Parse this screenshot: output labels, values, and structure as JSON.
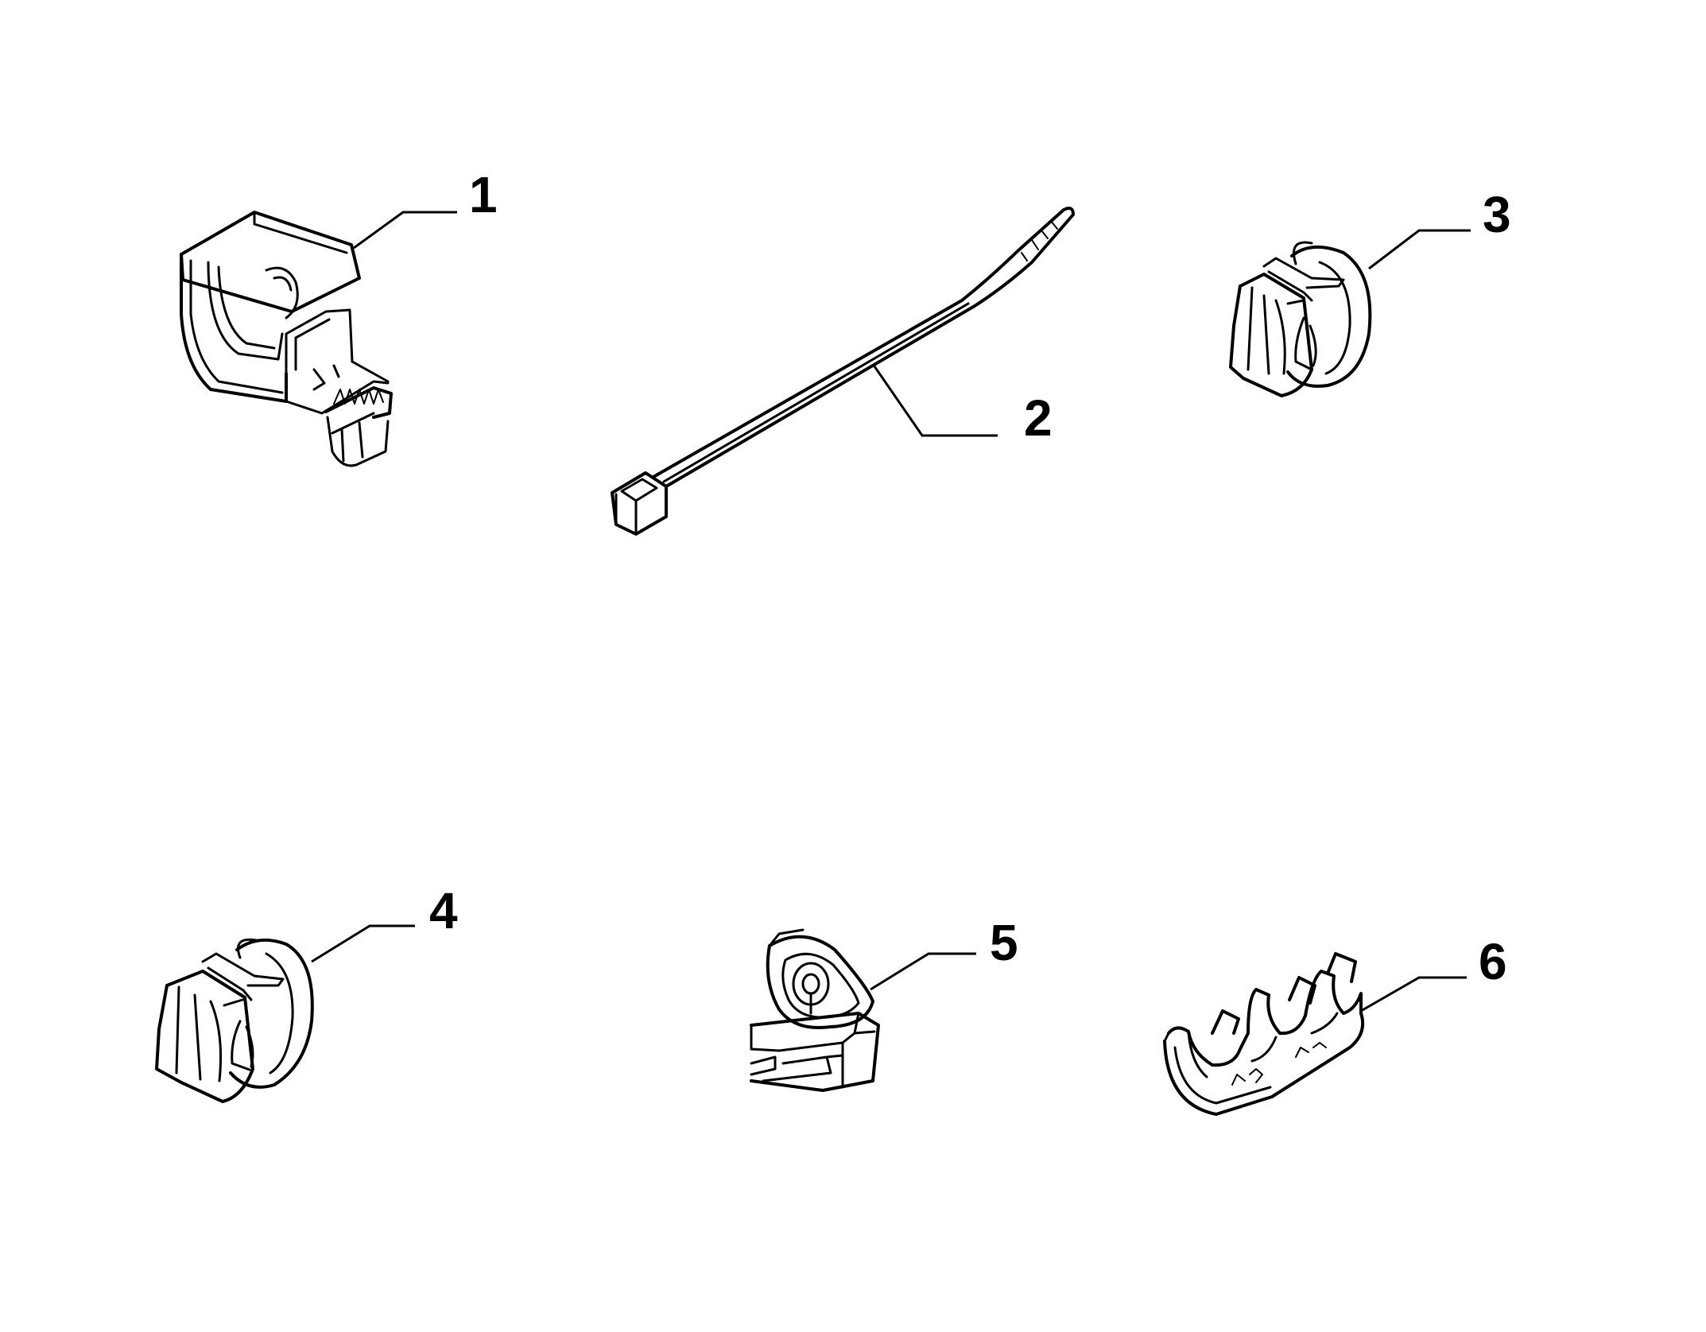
{
  "callouts": [
    {
      "id": 1,
      "label": "1",
      "part_icon": "cable-clip-icon"
    },
    {
      "id": 2,
      "label": "2",
      "part_icon": "cable-tie-icon"
    },
    {
      "id": 3,
      "label": "3",
      "part_icon": "pipe-clip-icon"
    },
    {
      "id": 4,
      "label": "4",
      "part_icon": "pipe-clip-icon"
    },
    {
      "id": 5,
      "label": "5",
      "part_icon": "push-in-clip-icon"
    },
    {
      "id": 6,
      "label": "6",
      "part_icon": "triple-pipe-clip-icon"
    }
  ],
  "colors": {
    "background": "#ffffff",
    "line": "#000000"
  }
}
